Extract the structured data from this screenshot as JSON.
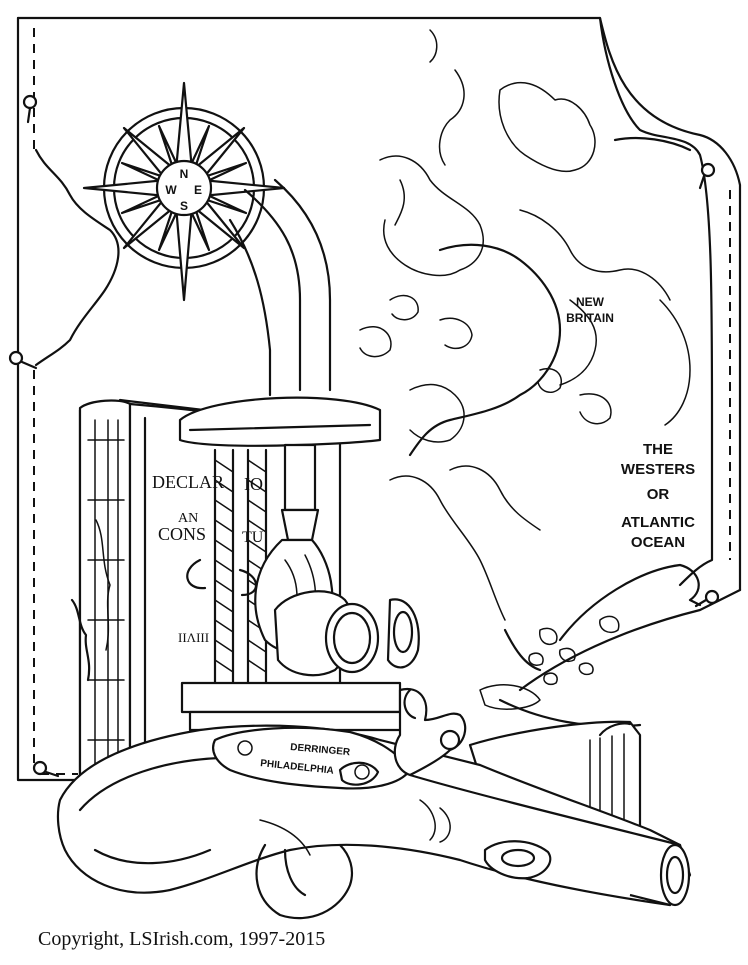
{
  "map": {
    "region_label_line1": "NEW",
    "region_label_line2": "BRITAIN",
    "ocean_label_line1": "THE",
    "ocean_label_line2": "WESTERS",
    "ocean_label_line3": "OR",
    "ocean_label_line4": "ATLANTIC",
    "ocean_label_line5": "OCEAN"
  },
  "compass": {
    "north": "N",
    "south": "S",
    "east": "E",
    "west": "W"
  },
  "book": {
    "title_line1": "DECLAR",
    "title_line2": "AN",
    "title_line3": "CONS",
    "title_frag_a": "IO",
    "title_frag_b": "TU",
    "spine_marks": "ΙΙΛΙΙΙ"
  },
  "pistol": {
    "engraving_line1": "DERRINGER",
    "engraving_line2": "PHILADELPHIA"
  },
  "footer": {
    "copyright": "Copyright, LSIrish.com, 1997-2015"
  }
}
